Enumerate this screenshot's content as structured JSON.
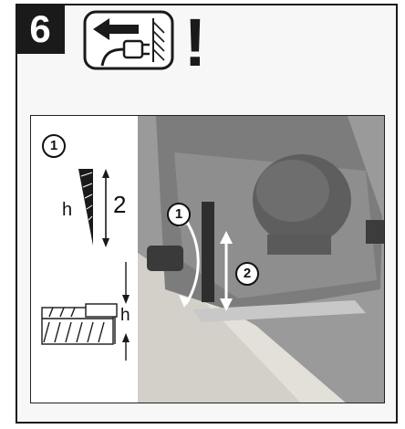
{
  "header": {
    "step_number": "6",
    "warning_mark": "!",
    "unplug_icon": "unplug-icon"
  },
  "diagram": {
    "legend_marker": "1",
    "wedge_label": "h",
    "wedge_value": "2",
    "section_label": "h",
    "callout_1": "1",
    "callout_2": "2"
  },
  "colors": {
    "ink": "#1a1a1a",
    "photo_gray": "#8a8a8a"
  }
}
